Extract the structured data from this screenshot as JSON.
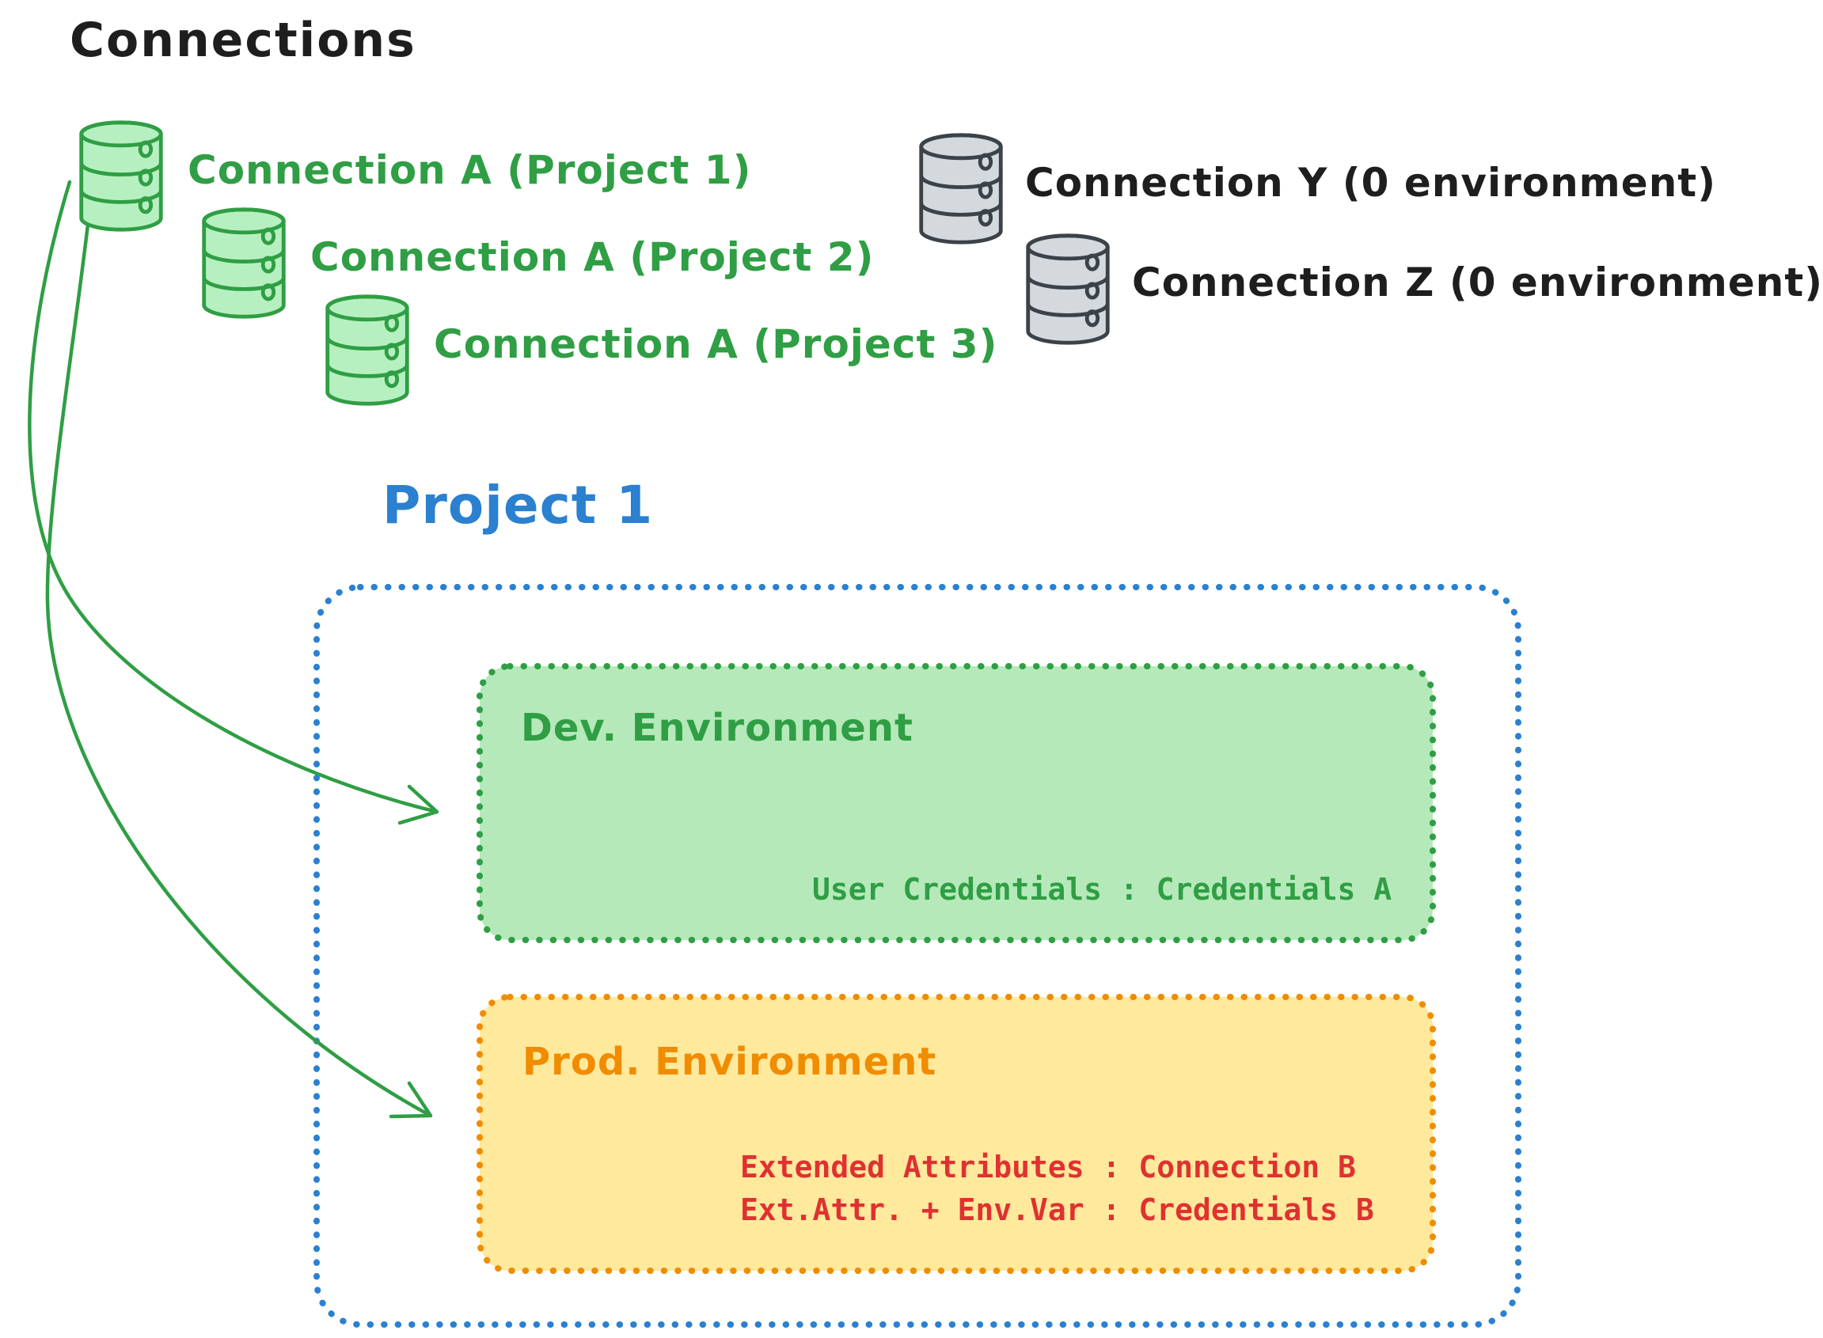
{
  "title": "Connections",
  "colors": {
    "ink": "#1e1e1e",
    "green": "#2f9e44",
    "green-fill": "#b7f0c0",
    "green-box-fill": "#b5e9ba",
    "gray": "#3b4248",
    "gray-fill": "#d4d9de",
    "blue": "#2b80cf",
    "orange": "#f08c00",
    "orange-fill": "#ffe99c",
    "red": "#e03131"
  },
  "connections": {
    "project_a": [
      {
        "label": "Connection A (Project 1)"
      },
      {
        "label": "Connection A (Project 2)"
      },
      {
        "label": "Connection A (Project 3)"
      }
    ],
    "unassigned": [
      {
        "label": "Connection Y (0 environment)"
      },
      {
        "label": "Connection Z (0 environment)"
      }
    ]
  },
  "project": {
    "title": "Project 1",
    "environments": [
      {
        "name": "Dev. Environment",
        "details": [
          "User Credentials : Credentials A"
        ]
      },
      {
        "name": "Prod. Environment",
        "details": [
          "Extended Attributes : Connection B",
          "Ext.Attr. + Env.Var : Credentials B"
        ]
      }
    ]
  }
}
